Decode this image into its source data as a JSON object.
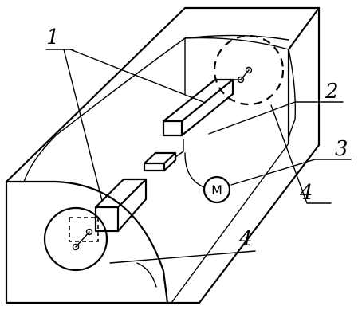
{
  "labels": {
    "callout_1": "1",
    "callout_2": "2",
    "callout_3": "3",
    "callout_4_top": "4",
    "callout_4_bottom": "4",
    "motor_letter": "M"
  }
}
